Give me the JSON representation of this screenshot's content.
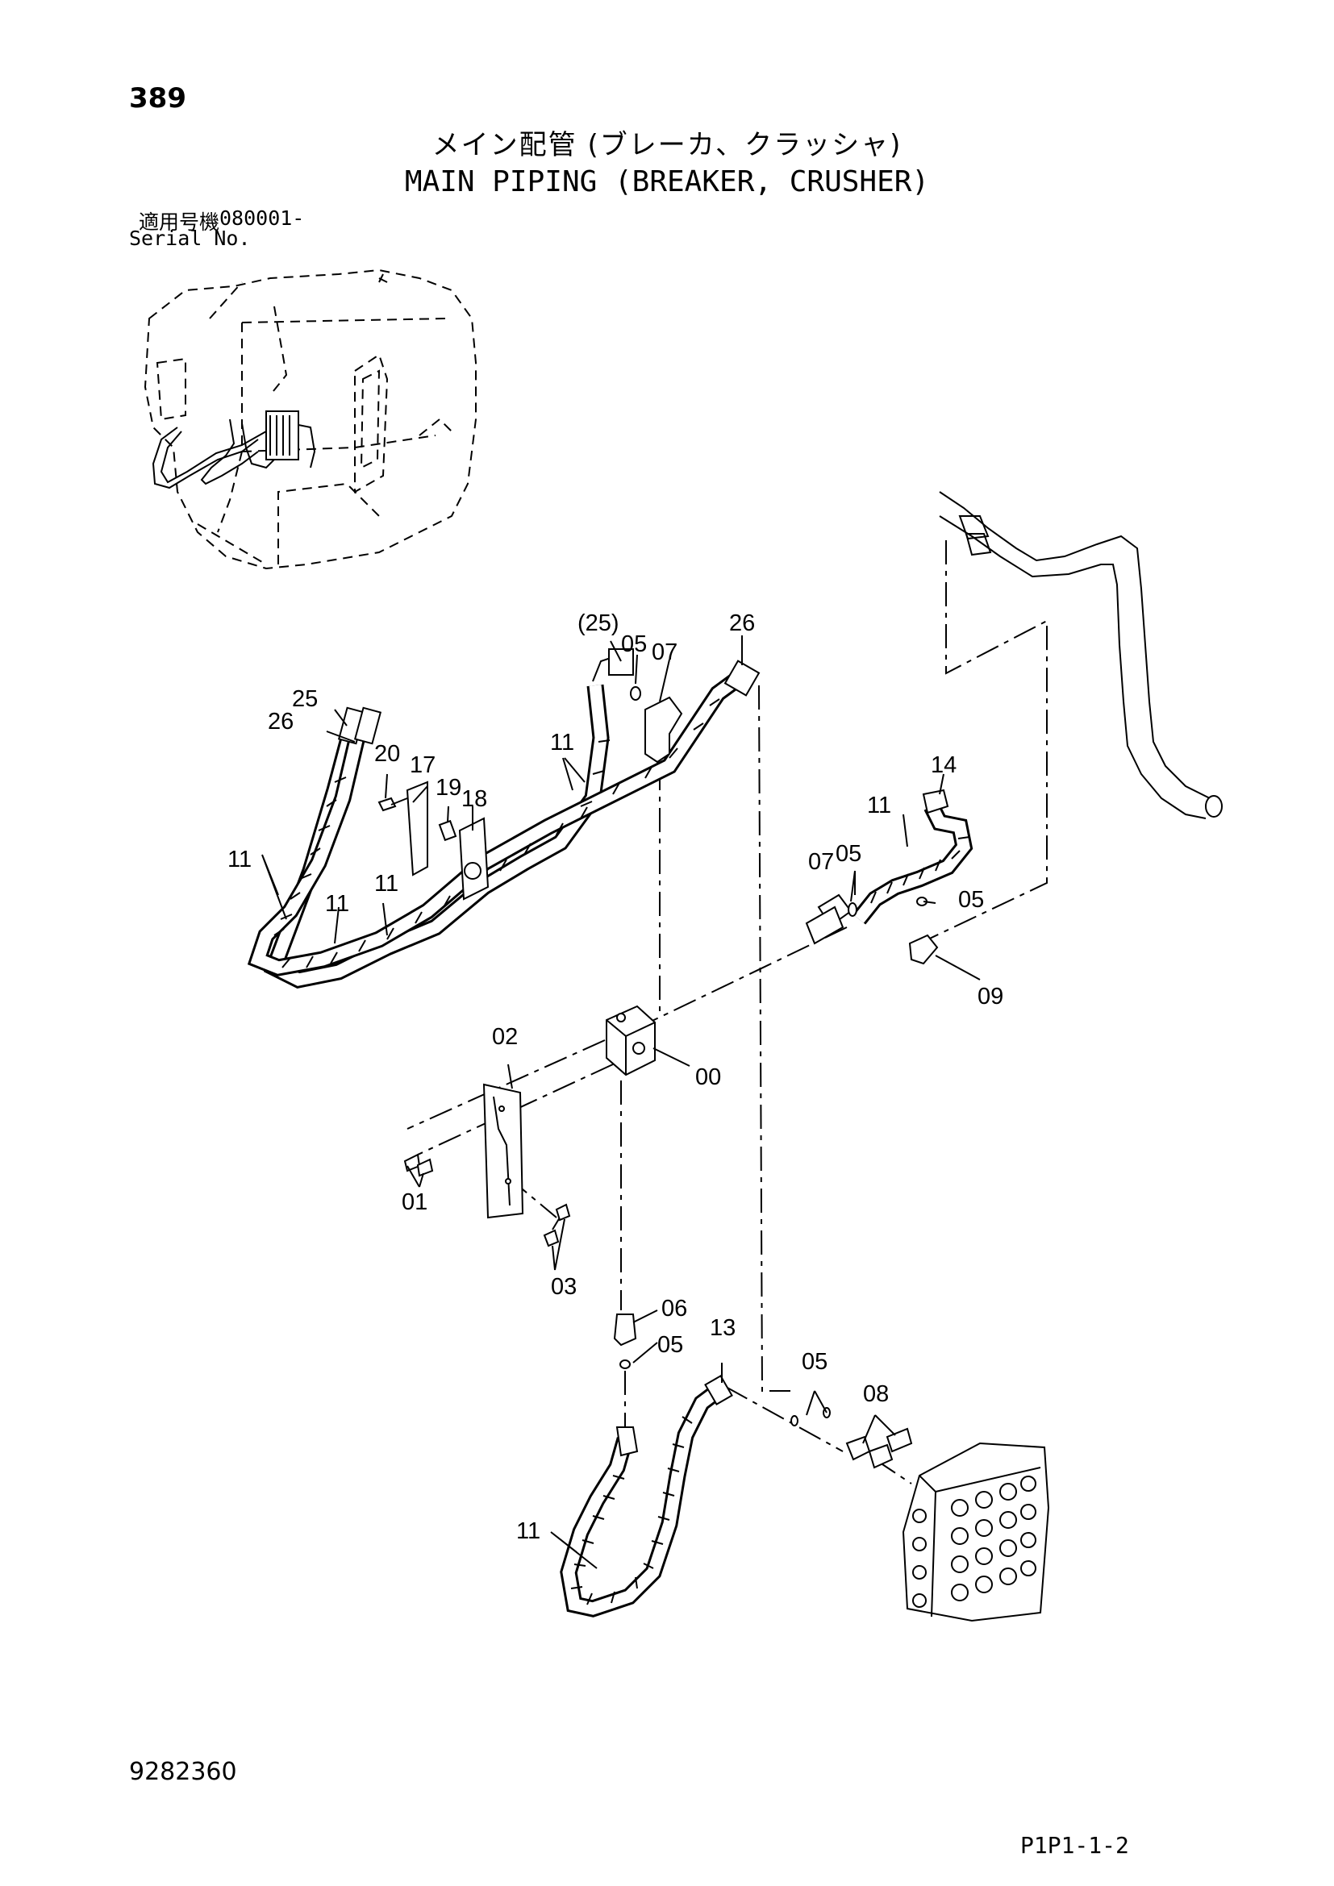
{
  "header": {
    "page_number": "389",
    "title_jp": "メイン配管 (ブレーカ、クラッシャ)",
    "title_en": "MAIN PIPING (BREAKER, CRUSHER)",
    "serial_label_jp": "適用号機",
    "serial_value": "080001-",
    "serial_label_en": "Serial No."
  },
  "footer": {
    "document_number": "9282360",
    "page_code": "P1P1-1-2"
  },
  "callouts": {
    "c25_top": "(25)",
    "c05_top": "05",
    "c07_top": "07",
    "c26_top": "26",
    "c25_left": "25",
    "c26_left": "26",
    "c20": "20",
    "c17": "17",
    "c19": "19",
    "c18": "18",
    "c11_upper": "11",
    "c11_left": "11",
    "c11_mid_a": "11",
    "c11_mid_b": "11",
    "c14": "14",
    "c11_right": "11",
    "c07_right": "07",
    "c05_right_a": "05",
    "c05_right_b": "05",
    "c09": "09",
    "c02": "02",
    "c00": "00",
    "c01": "01",
    "c03": "03",
    "c06": "06",
    "c05_low": "05",
    "c13": "13",
    "c05_valve": "05",
    "c08": "08",
    "c11_bottom": "11"
  }
}
